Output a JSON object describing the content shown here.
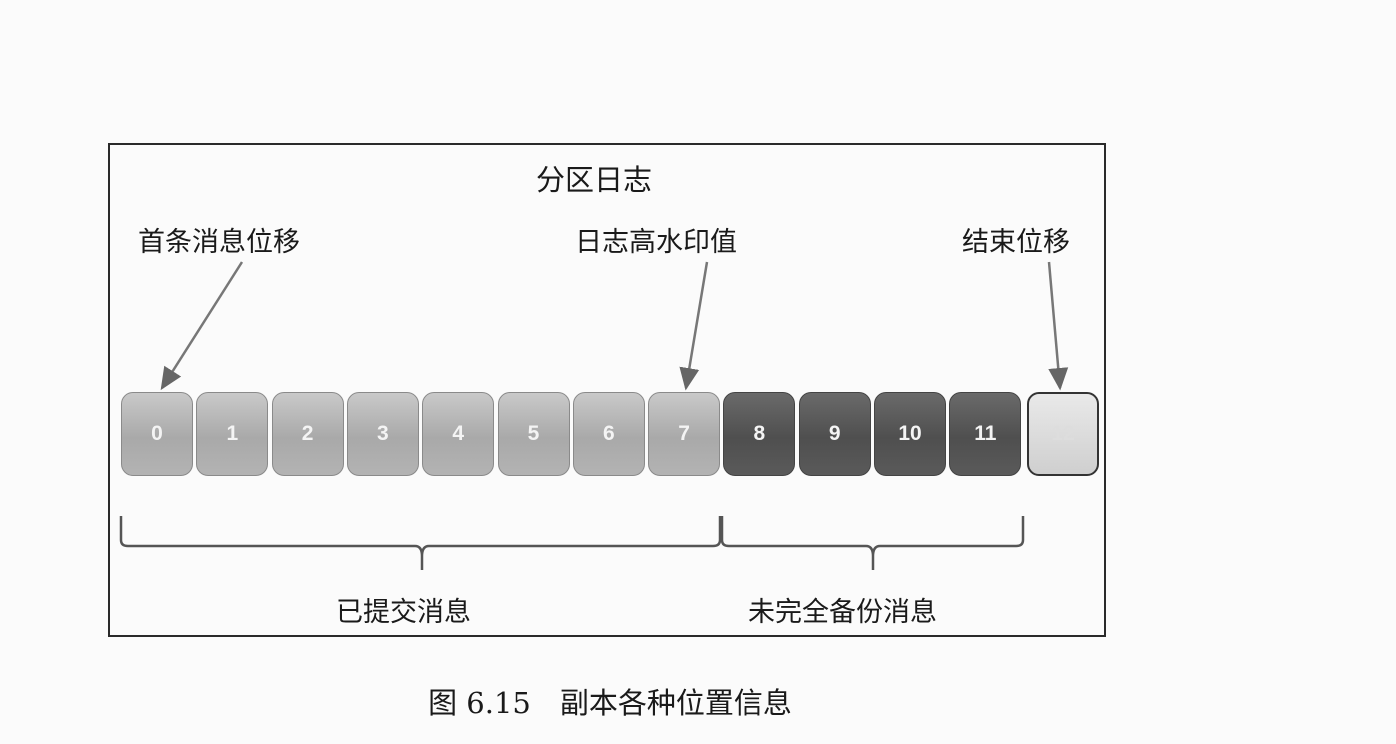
{
  "title": "分区日志",
  "labels": {
    "first_offset": "首条消息位移",
    "high_watermark": "日志高水印值",
    "end_offset": "结束位移"
  },
  "messages": {
    "committed": [
      "0",
      "1",
      "2",
      "3",
      "4",
      "5",
      "6",
      "7"
    ],
    "uncommitted": [
      "8",
      "9",
      "10",
      "11"
    ],
    "end": "12"
  },
  "braces": {
    "committed_label": "已提交消息",
    "uncommitted_label": "未完全备份消息"
  },
  "caption": "图 6.15　副本各种位置信息"
}
